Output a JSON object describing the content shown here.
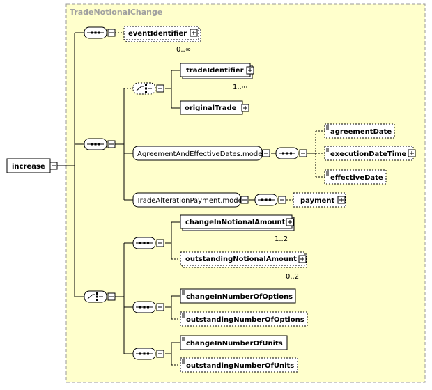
{
  "diagram": {
    "title": "TradeNotionalChange",
    "root": "increase",
    "nodes": {
      "eventIdentifier": "eventIdentifier",
      "tradeIdentifier": "tradeIdentifier",
      "originalTrade": "originalTrade",
      "agreementAndEffectiveDatesModel": "AgreementAndEffectiveDates.model",
      "agreementDate": "agreementDate",
      "executionDateTime": "executionDateTime",
      "effectiveDate": "effectiveDate",
      "tradeAlterationPaymentModel": "TradeAlterationPayment.model",
      "payment": "payment",
      "changeInNotionalAmount": "changeInNotionalAmount",
      "outstandingNotionalAmount": "outstandingNotionalAmount",
      "changeInNumberOfOptions": "changeInNumberOfOptions",
      "outstandingNumberOfOptions": "outstandingNumberOfOptions",
      "changeInNumberOfUnits": "changeInNumberOfUnits",
      "outstandingNumberOfUnits": "outstandingNumberOfUnits"
    },
    "cardinalities": {
      "eventIdentifier": "0..∞",
      "tradeIdentifier": "1..∞",
      "changeInNotionalAmount": "1..2",
      "outstandingNotionalAmount": "0..2"
    },
    "colors": {
      "panel": "#ffffcc",
      "panelBorder": "#999999",
      "line": "#000000",
      "box": "#ffffff"
    }
  }
}
